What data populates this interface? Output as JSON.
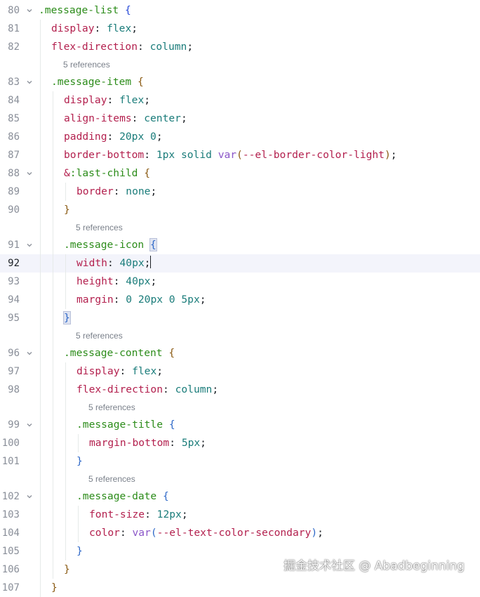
{
  "editor": {
    "lines": [
      {
        "type": "code",
        "num": "80",
        "fold": true,
        "level": 0,
        "tokens": [
          {
            "t": ".message-list",
            "c": "sel"
          },
          {
            "t": " "
          },
          {
            "t": "{",
            "c": "br"
          }
        ]
      },
      {
        "type": "code",
        "num": "81",
        "level": 1,
        "tokens": [
          {
            "t": "display",
            "c": "prop"
          },
          {
            "t": ": "
          },
          {
            "t": "flex",
            "c": "val"
          },
          {
            "t": ";"
          }
        ]
      },
      {
        "type": "code",
        "num": "82",
        "level": 1,
        "tokens": [
          {
            "t": "flex-direction",
            "c": "prop"
          },
          {
            "t": ": "
          },
          {
            "t": "column",
            "c": "val"
          },
          {
            "t": ";"
          }
        ]
      },
      {
        "type": "hint",
        "level": 1,
        "text": "5 references"
      },
      {
        "type": "code",
        "num": "83",
        "fold": true,
        "level": 1,
        "tokens": [
          {
            "t": ".message-item",
            "c": "sel"
          },
          {
            "t": " "
          },
          {
            "t": "{",
            "c": "br2"
          }
        ]
      },
      {
        "type": "code",
        "num": "84",
        "level": 2,
        "tokens": [
          {
            "t": "display",
            "c": "prop"
          },
          {
            "t": ": "
          },
          {
            "t": "flex",
            "c": "val"
          },
          {
            "t": ";"
          }
        ]
      },
      {
        "type": "code",
        "num": "85",
        "level": 2,
        "tokens": [
          {
            "t": "align-items",
            "c": "prop"
          },
          {
            "t": ": "
          },
          {
            "t": "center",
            "c": "val"
          },
          {
            "t": ";"
          }
        ]
      },
      {
        "type": "code",
        "num": "86",
        "level": 2,
        "tokens": [
          {
            "t": "padding",
            "c": "prop"
          },
          {
            "t": ": "
          },
          {
            "t": "20px 0",
            "c": "val"
          },
          {
            "t": ";"
          }
        ]
      },
      {
        "type": "code",
        "num": "87",
        "level": 2,
        "tokens": [
          {
            "t": "border-bottom",
            "c": "prop"
          },
          {
            "t": ": "
          },
          {
            "t": "1px solid ",
            "c": "val"
          },
          {
            "t": "var",
            "c": "fn"
          },
          {
            "t": "(",
            "c": "br2"
          },
          {
            "t": "--el-border-color-light",
            "c": "prop"
          },
          {
            "t": ")",
            "c": "br2"
          },
          {
            "t": ";"
          }
        ]
      },
      {
        "type": "code",
        "num": "88",
        "fold": true,
        "level": 2,
        "tokens": [
          {
            "t": "&",
            "c": "amp"
          },
          {
            "t": ":last-child",
            "c": "sel"
          },
          {
            "t": " "
          },
          {
            "t": "{",
            "c": "br2"
          }
        ]
      },
      {
        "type": "code",
        "num": "89",
        "level": 3,
        "tokens": [
          {
            "t": "border",
            "c": "prop"
          },
          {
            "t": ": "
          },
          {
            "t": "none",
            "c": "val"
          },
          {
            "t": ";"
          }
        ]
      },
      {
        "type": "code",
        "num": "90",
        "level": 2,
        "tokens": [
          {
            "t": "}",
            "c": "br2"
          }
        ]
      },
      {
        "type": "hint",
        "level": 2,
        "text": "5 references"
      },
      {
        "type": "code",
        "num": "91",
        "fold": true,
        "level": 2,
        "tokens": [
          {
            "t": ".message-icon",
            "c": "sel"
          },
          {
            "t": " "
          },
          {
            "t": "{",
            "c": "br3",
            "hl": true
          }
        ]
      },
      {
        "type": "code",
        "num": "92",
        "level": 3,
        "current": true,
        "caret": true,
        "tokens": [
          {
            "t": "width",
            "c": "prop"
          },
          {
            "t": ": "
          },
          {
            "t": "40px",
            "c": "val"
          },
          {
            "t": ";"
          }
        ]
      },
      {
        "type": "code",
        "num": "93",
        "level": 3,
        "tokens": [
          {
            "t": "height",
            "c": "prop"
          },
          {
            "t": ": "
          },
          {
            "t": "40px",
            "c": "val"
          },
          {
            "t": ";"
          }
        ]
      },
      {
        "type": "code",
        "num": "94",
        "level": 3,
        "tokens": [
          {
            "t": "margin",
            "c": "prop"
          },
          {
            "t": ": "
          },
          {
            "t": "0 20px 0 5px",
            "c": "val"
          },
          {
            "t": ";"
          }
        ]
      },
      {
        "type": "code",
        "num": "95",
        "level": 2,
        "tokens": [
          {
            "t": "}",
            "c": "br3",
            "hl": true
          }
        ]
      },
      {
        "type": "hint",
        "level": 2,
        "text": "5 references"
      },
      {
        "type": "code",
        "num": "96",
        "fold": true,
        "level": 2,
        "tokens": [
          {
            "t": ".message-content",
            "c": "sel"
          },
          {
            "t": " "
          },
          {
            "t": "{",
            "c": "br2"
          }
        ]
      },
      {
        "type": "code",
        "num": "97",
        "level": 3,
        "tokens": [
          {
            "t": "display",
            "c": "prop"
          },
          {
            "t": ": "
          },
          {
            "t": "flex",
            "c": "val"
          },
          {
            "t": ";"
          }
        ]
      },
      {
        "type": "code",
        "num": "98",
        "level": 3,
        "tokens": [
          {
            "t": "flex-direction",
            "c": "prop"
          },
          {
            "t": ": "
          },
          {
            "t": "column",
            "c": "val"
          },
          {
            "t": ";"
          }
        ]
      },
      {
        "type": "hint",
        "level": 3,
        "text": "5 references"
      },
      {
        "type": "code",
        "num": "99",
        "fold": true,
        "level": 3,
        "tokens": [
          {
            "t": ".message-title",
            "c": "sel"
          },
          {
            "t": " "
          },
          {
            "t": "{",
            "c": "br3"
          }
        ]
      },
      {
        "type": "code",
        "num": "100",
        "level": 4,
        "tokens": [
          {
            "t": "margin-bottom",
            "c": "prop"
          },
          {
            "t": ": "
          },
          {
            "t": "5px",
            "c": "val"
          },
          {
            "t": ";"
          }
        ]
      },
      {
        "type": "code",
        "num": "101",
        "level": 3,
        "tokens": [
          {
            "t": "}",
            "c": "br3"
          }
        ]
      },
      {
        "type": "hint",
        "level": 3,
        "text": "5 references"
      },
      {
        "type": "code",
        "num": "102",
        "fold": true,
        "level": 3,
        "tokens": [
          {
            "t": ".message-date",
            "c": "sel"
          },
          {
            "t": " "
          },
          {
            "t": "{",
            "c": "br3"
          }
        ]
      },
      {
        "type": "code",
        "num": "103",
        "level": 4,
        "tokens": [
          {
            "t": "font-size",
            "c": "prop"
          },
          {
            "t": ": "
          },
          {
            "t": "12px",
            "c": "val"
          },
          {
            "t": ";"
          }
        ]
      },
      {
        "type": "code",
        "num": "104",
        "level": 4,
        "tokens": [
          {
            "t": "color",
            "c": "prop"
          },
          {
            "t": ": "
          },
          {
            "t": "var",
            "c": "fn"
          },
          {
            "t": "(",
            "c": "br3"
          },
          {
            "t": "--el-text-color-secondary",
            "c": "prop"
          },
          {
            "t": ")",
            "c": "br3"
          },
          {
            "t": ";"
          }
        ]
      },
      {
        "type": "code",
        "num": "105",
        "level": 3,
        "tokens": [
          {
            "t": "}",
            "c": "br3"
          }
        ]
      },
      {
        "type": "code",
        "num": "106",
        "level": 2,
        "tokens": [
          {
            "t": "}",
            "c": "br2"
          }
        ]
      },
      {
        "type": "code",
        "num": "107",
        "level": 1,
        "tokens": [
          {
            "t": "}",
            "c": "br2"
          }
        ]
      }
    ]
  },
  "watermark": "掘金技术社区 @ Abadbeginning",
  "icons": {
    "fold": "chevron-down-icon"
  }
}
